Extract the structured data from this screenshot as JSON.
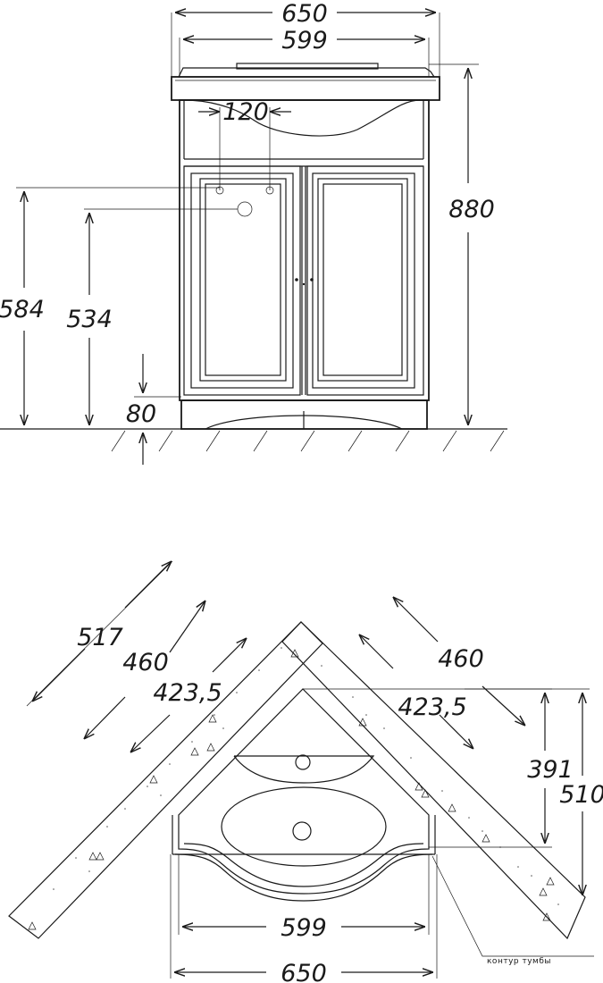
{
  "front_view": {
    "width_outer": "650",
    "width_inner": "599",
    "drain_offset": "120",
    "height_total": "880",
    "height_pipe_upper": "584",
    "height_pipe_lower": "534",
    "plinth_height": "80"
  },
  "top_view": {
    "left_outer": "517",
    "left_mid": "460",
    "left_inner": "423,5",
    "right_mid": "460",
    "right_inner": "423,5",
    "depth_inner": "391",
    "depth_outer": "510",
    "width_inner": "599",
    "width_outer": "650",
    "cabinet_outline_note": "контур тумбы"
  }
}
